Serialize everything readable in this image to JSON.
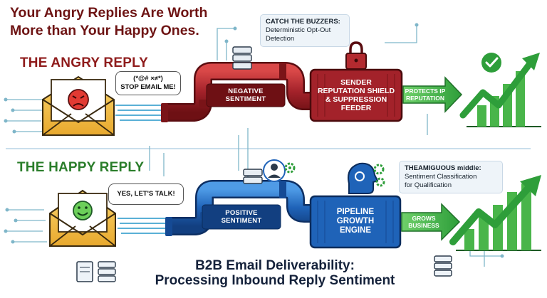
{
  "title_lines": [
    "Your Angry Replies Are Worth",
    "More than Your Happy Ones."
  ],
  "angry": {
    "label": "THE ANGRY REPLY",
    "bubble_lines": [
      "(*@# ×≠*)",
      "STOP EMAIL ME!"
    ],
    "pipe_label_lines": [
      "NEGATIVE",
      "SENTIMENT"
    ],
    "box_label_lines": [
      "SENDER",
      "REPUTATION SHIELD",
      "& SUPPRESSION",
      "FEEDER"
    ],
    "arrow_label_lines": [
      "PROTECTS IP",
      "REPUTATION"
    ],
    "face_icon": "angry-face-icon",
    "accent": "#a3222a"
  },
  "happy": {
    "label": "THE HAPPY REPLY",
    "bubble_text": "YES, LET'S TALK!",
    "pipe_label_lines": [
      "POSITIVE",
      "SENTIMENT"
    ],
    "box_label_lines": [
      "PIPELINE",
      "GROWTH",
      "ENGINE"
    ],
    "arrow_label_lines": [
      "GROWS",
      "BUSINESS"
    ],
    "face_icon": "happy-face-icon",
    "accent": "#1f63b8"
  },
  "callouts": {
    "buzzers": {
      "heading": "CATCH THE BUZZERS:",
      "body_lines": [
        "Deterministic Opt-Out",
        "Detection"
      ]
    },
    "middle": {
      "heading": "THEAMIGUOUS middle:",
      "body_lines": [
        "Sentiment Classification",
        "for Qualification"
      ]
    }
  },
  "footer_lines": [
    "B2B Email Deliverability:",
    "Processing Inbound Reply Sentiment"
  ],
  "colors": {
    "growth_green": "#2e9e3a",
    "angry_red": "#a3222a",
    "happy_blue": "#1f63b8",
    "circuit": "#7fb6c9"
  }
}
